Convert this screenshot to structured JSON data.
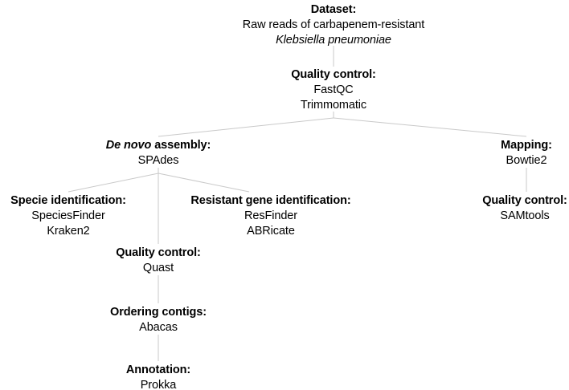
{
  "diagram": {
    "type": "flowchart",
    "orientation": "top-down",
    "line_color": "#c9c9c9",
    "text_color": "#000000",
    "background": "#ffffff",
    "nodes": [
      {
        "id": "dataset",
        "title": "Dataset:",
        "lines": [
          "Raw reads of carbapenem-resistant",
          "Klebsiella pneumoniae"
        ],
        "italic_lines": [
          1
        ]
      },
      {
        "id": "qc_reads",
        "title": "Quality control:",
        "lines": [
          "FastQC",
          "Trimmomatic"
        ],
        "italic_lines": []
      },
      {
        "id": "assembly",
        "title_italic": "De novo",
        "title_rest": " assembly:",
        "lines": [
          "SPAdes"
        ],
        "italic_lines": []
      },
      {
        "id": "mapping",
        "title": "Mapping:",
        "lines": [
          "Bowtie2"
        ],
        "italic_lines": []
      },
      {
        "id": "specie",
        "title": "Specie identification:",
        "lines": [
          "SpeciesFinder",
          "Kraken2"
        ],
        "italic_lines": []
      },
      {
        "id": "resistance",
        "title": "Resistant gene identification:",
        "lines": [
          "ResFinder",
          "ABRicate"
        ],
        "italic_lines": []
      },
      {
        "id": "qc_map",
        "title": "Quality control:",
        "lines": [
          "SAMtools"
        ],
        "italic_lines": []
      },
      {
        "id": "qc_asm",
        "title": "Quality control:",
        "lines": [
          "Quast"
        ],
        "italic_lines": []
      },
      {
        "id": "ordering",
        "title": "Ordering contigs:",
        "lines": [
          "Abacas"
        ],
        "italic_lines": []
      },
      {
        "id": "annotation",
        "title": "Annotation:",
        "lines": [
          "Prokka"
        ],
        "italic_lines": []
      }
    ],
    "edges": [
      {
        "from": "dataset",
        "to": "qc_reads"
      },
      {
        "from": "qc_reads",
        "to": "assembly"
      },
      {
        "from": "qc_reads",
        "to": "mapping"
      },
      {
        "from": "assembly",
        "to": "specie"
      },
      {
        "from": "assembly",
        "to": "resistance"
      },
      {
        "from": "assembly",
        "to": "qc_asm"
      },
      {
        "from": "mapping",
        "to": "qc_map"
      },
      {
        "from": "qc_asm",
        "to": "ordering"
      },
      {
        "from": "ordering",
        "to": "annotation"
      }
    ]
  }
}
